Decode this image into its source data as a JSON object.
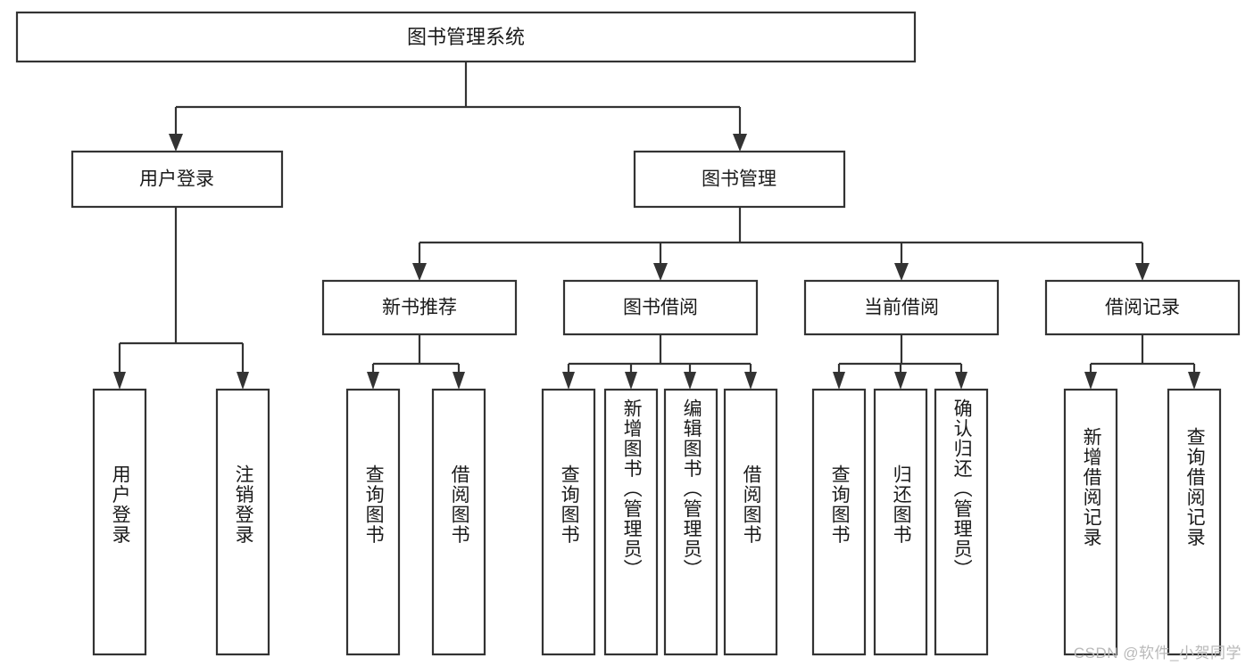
{
  "diagram": {
    "title": "图书管理系统",
    "type": "hierarchy-tree",
    "watermark": "CSDN @软件_小贺同学",
    "colors": {
      "stroke": "#333333",
      "fill": "#ffffff",
      "text": "#1a1a1a",
      "watermark": "#b9b9b9",
      "background": "#ffffff"
    },
    "levels": {
      "root": {
        "label": "图书管理系统"
      },
      "level2": [
        {
          "id": "user-login",
          "label": "用户登录"
        },
        {
          "id": "book-manage",
          "label": "图书管理"
        }
      ],
      "level3": [
        {
          "id": "new-book-recommend",
          "label": "新书推荐",
          "parent": "book-manage"
        },
        {
          "id": "book-borrow",
          "label": "图书借阅",
          "parent": "book-manage"
        },
        {
          "id": "current-borrow",
          "label": "当前借阅",
          "parent": "book-manage"
        },
        {
          "id": "borrow-record",
          "label": "借阅记录",
          "parent": "book-manage"
        }
      ],
      "leaves": [
        {
          "id": "leaf-user-login",
          "label": "用户登录",
          "parent": "user-login"
        },
        {
          "id": "leaf-logout-login",
          "label": "注销登录",
          "parent": "user-login"
        },
        {
          "id": "leaf-query-book-1",
          "label": "查询图书",
          "parent": "new-book-recommend"
        },
        {
          "id": "leaf-borrow-book-1",
          "label": "借阅图书",
          "parent": "new-book-recommend"
        },
        {
          "id": "leaf-query-book-2",
          "label": "查询图书",
          "parent": "book-borrow"
        },
        {
          "id": "leaf-add-book",
          "label": "新增图书（管理员）",
          "parent": "book-borrow"
        },
        {
          "id": "leaf-edit-book",
          "label": "编辑图书（管理员）",
          "parent": "book-borrow"
        },
        {
          "id": "leaf-borrow-book-2",
          "label": "借阅图书",
          "parent": "book-borrow"
        },
        {
          "id": "leaf-query-book-3",
          "label": "查询图书",
          "parent": "current-borrow"
        },
        {
          "id": "leaf-return-book",
          "label": "归还图书",
          "parent": "current-borrow"
        },
        {
          "id": "leaf-confirm-return",
          "label": "确认归还（管理员）",
          "parent": "current-borrow"
        },
        {
          "id": "leaf-add-record",
          "label": "新增借阅记录",
          "parent": "borrow-record"
        },
        {
          "id": "leaf-query-record",
          "label": "查询借阅记录",
          "parent": "borrow-record"
        }
      ]
    }
  }
}
